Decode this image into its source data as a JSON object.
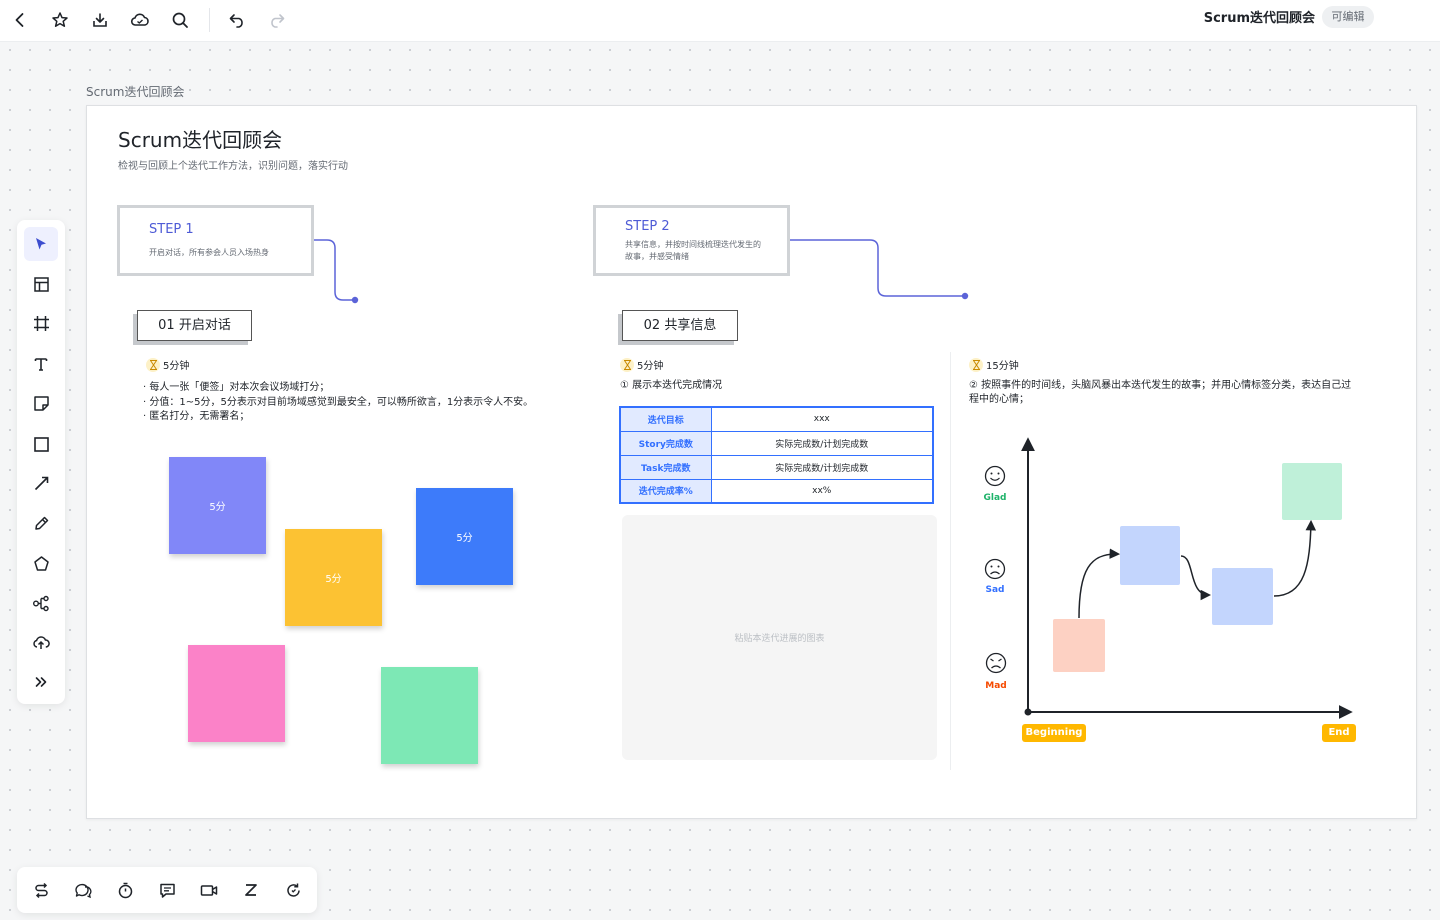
{
  "topbar": {
    "doc_title": "Scrum迭代回顾会",
    "edit_badge": "可编辑"
  },
  "frame": {
    "label": "Scrum迭代回顾会",
    "title": "Scrum迭代回顾会",
    "subtitle": "检视与回顾上个迭代工作方法，识别问题，落实行动"
  },
  "step1": {
    "title": "STEP 1",
    "desc": "开启对话，所有参会人员入场热身"
  },
  "step2": {
    "title": "STEP 2",
    "desc": "共享信息，并按时间线梳理迭代发生的故事，并感受情绪"
  },
  "section1": {
    "head": "01 开启对话",
    "timer": "5分钟",
    "lines": [
      "· 每人一张「便签」对本次会议场域打分；",
      "· 分值：1~5分，5分表示对目前场域感觉到最安全，可以畅所欲言，1分表示令人不安。",
      "· 匿名打分，无需署名；"
    ],
    "stickies": [
      "5分",
      "5分",
      "5分",
      "",
      ""
    ]
  },
  "section2": {
    "head": "02 共享信息",
    "timer": "5分钟",
    "intro": "① 展示本迭代完成情况",
    "table": [
      [
        "迭代目标",
        "xxx"
      ],
      [
        "Story完成数",
        "实际完成数/计划完成数"
      ],
      [
        "Task完成数",
        "实际完成数/计划完成数"
      ],
      [
        "迭代完成率%",
        "xx%"
      ]
    ],
    "paste_hint": "粘贴本迭代进展的图表"
  },
  "section3": {
    "timer": "15分钟",
    "intro": "② 按照事件的时间线，头脑风暴出本迭代发生的故事；并用心情标签分类，表达自己过程中的心情；",
    "moods": [
      "Glad",
      "Sad",
      "Mad"
    ],
    "x_start": "Beginning",
    "x_end": "End"
  },
  "colors": {
    "accent": "#4e5bd6",
    "sticky_purple": "#8187f8",
    "sticky_yellow": "#fcc233",
    "sticky_blue": "#3d7bfa",
    "sticky_pink": "#fb82c8",
    "sticky_green": "#7de8b5",
    "glad": "#1fb36a",
    "sad": "#3370ff",
    "mad": "#f54a00"
  },
  "icons": {
    "topbar": [
      "back-icon",
      "star-icon",
      "download-icon",
      "cloud-icon",
      "search-icon",
      "undo-icon",
      "redo-icon"
    ],
    "left_toolbar": [
      "select-icon",
      "layout-icon",
      "frame-icon",
      "text-icon",
      "sticky-note-icon",
      "rectangle-icon",
      "line-icon",
      "pen-icon",
      "shape-icon",
      "mindmap-icon",
      "upload-icon",
      "expand-icon"
    ],
    "bottom_toolbar": [
      "route-icon",
      "comment-icon",
      "timer-icon",
      "message-icon",
      "video-icon",
      "sleep-icon",
      "refresh-icon"
    ]
  }
}
